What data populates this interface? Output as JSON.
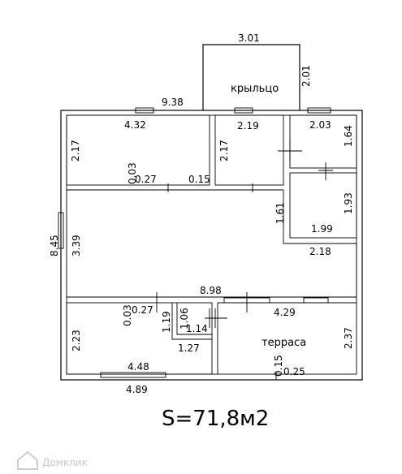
{
  "rooms": {
    "porch": "крыльцо",
    "terrace": "терраса"
  },
  "dims": {
    "d_3_01": "3.01",
    "d_2_01": "2.01",
    "d_9_38": "9.38",
    "d_4_32": "4.32",
    "d_2_19": "2.19",
    "d_2_03": "2.03",
    "d_2_17_a": "2.17",
    "d_2_17_b": "2.17",
    "d_1_64": "1.64",
    "d_0_03_a": "0.03",
    "d_0_27_a": "0.27",
    "d_0_15_a": "0.15",
    "d_1_61": "1.61",
    "d_1_93": "1.93",
    "d_1_99": "1.99",
    "d_8_45": "8.45",
    "d_3_39": "3.39",
    "d_2_18": "2.18",
    "d_8_98": "8.98",
    "d_0_03_b": "0.03",
    "d_0_27_b": "0.27",
    "d_1_19": "1.19",
    "d_1_06": "1.06",
    "d_1_14": "1.14",
    "d_4_29": "4.29",
    "d_1_27": "1.27",
    "d_2_23": "2.23",
    "d_2_37": "2.37",
    "d_0_15_b": "0.15",
    "d_0_25": "0.25",
    "d_4_48": "4.48",
    "d_4_89": "4.89"
  },
  "total_area": "S=71,8м2",
  "watermark": "Домклик"
}
